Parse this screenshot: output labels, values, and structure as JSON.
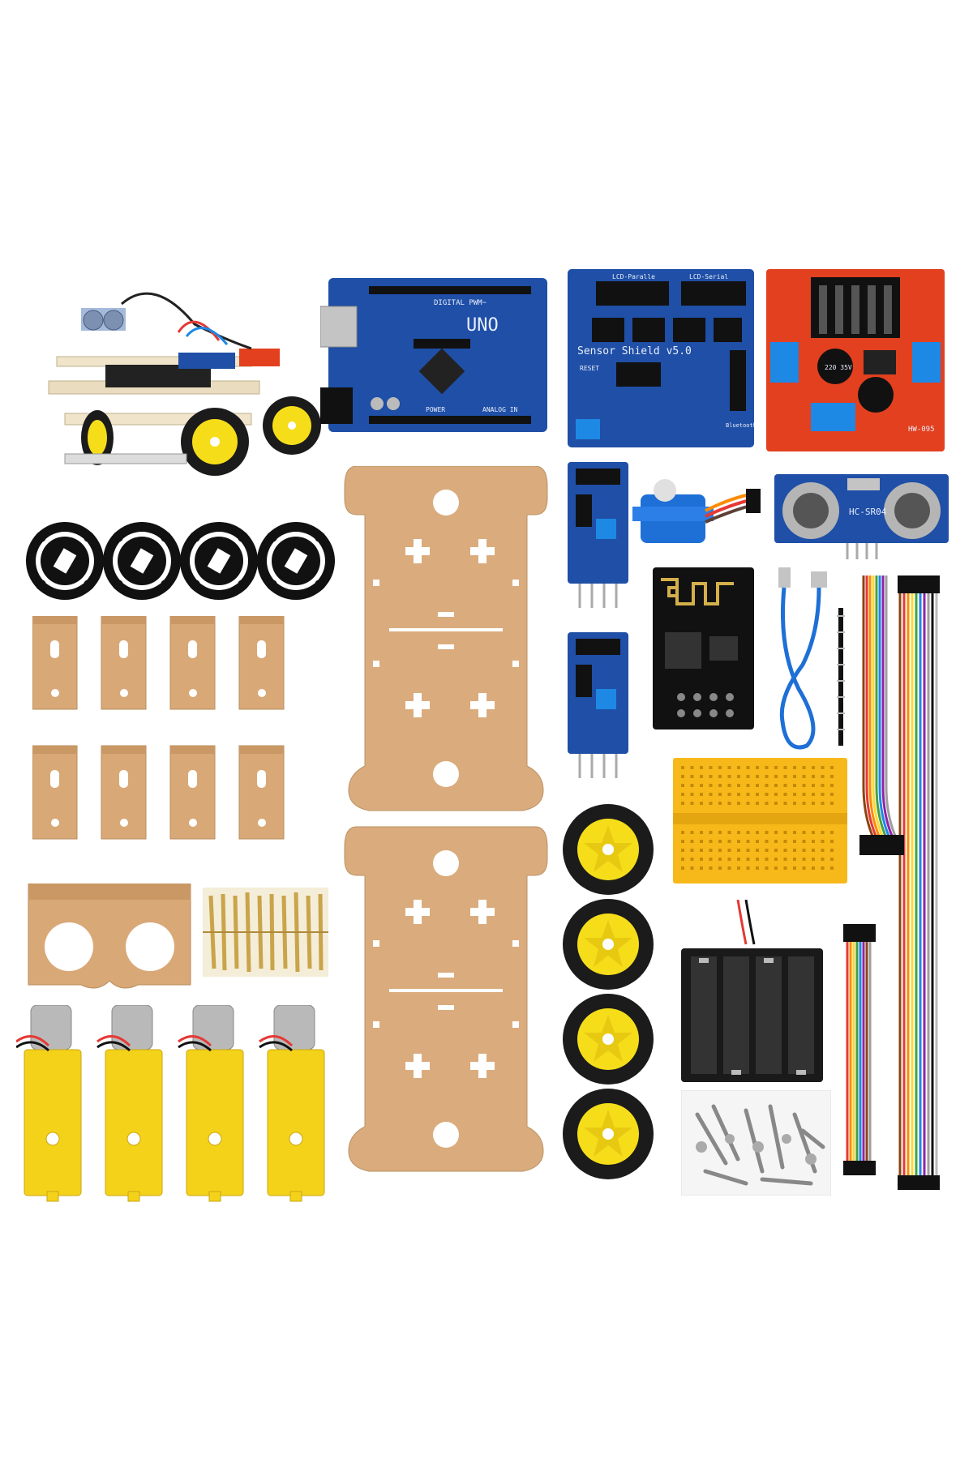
{
  "image": {
    "kind": "product-photo",
    "background": "#ffffff",
    "subject": "4WD smart robot car kit components"
  },
  "components": {
    "uno_board": {
      "logo_text": "UNO",
      "header_text": "DIGITAL PWM~",
      "power_text": "POWER",
      "analog_text": "ANALOG IN",
      "color": "#1f4fa6"
    },
    "sensor_shield": {
      "title_text": "Sensor Shield v5.0",
      "reset_text": "RESET",
      "bluetooth_text": "Bluetooth",
      "lcd_serial_text": "LCD-Serial",
      "lcd_parallel_text": "LCD-Paralle",
      "color": "#1f4fa6"
    },
    "motor_driver": {
      "model_text": "HW-095",
      "cap_text": "220 35V",
      "color": "#e2401f"
    },
    "ultrasonic": {
      "model_text": "HC-SR04",
      "color": "#1f4fa6"
    },
    "wifi_module": {
      "color": "#111111"
    },
    "breadboard": {
      "color": "#f7b81a"
    },
    "battery_holder": {
      "color": "#1a1a1a"
    },
    "chassis": {
      "color": "#d9a877"
    },
    "wheels": {
      "tire": "#1b1b1b",
      "hub": "#f5dd1a"
    },
    "motors": {
      "color": "#f5d21a"
    },
    "encoder_discs": {
      "color": "#111111"
    },
    "jumper_wires": {
      "colors": [
        "#8b4513",
        "#e53935",
        "#fb8c00",
        "#fdd835",
        "#43a047",
        "#1e88e5",
        "#8e24aa",
        "#9e9e9e",
        "#ffffff",
        "#111111"
      ]
    }
  }
}
